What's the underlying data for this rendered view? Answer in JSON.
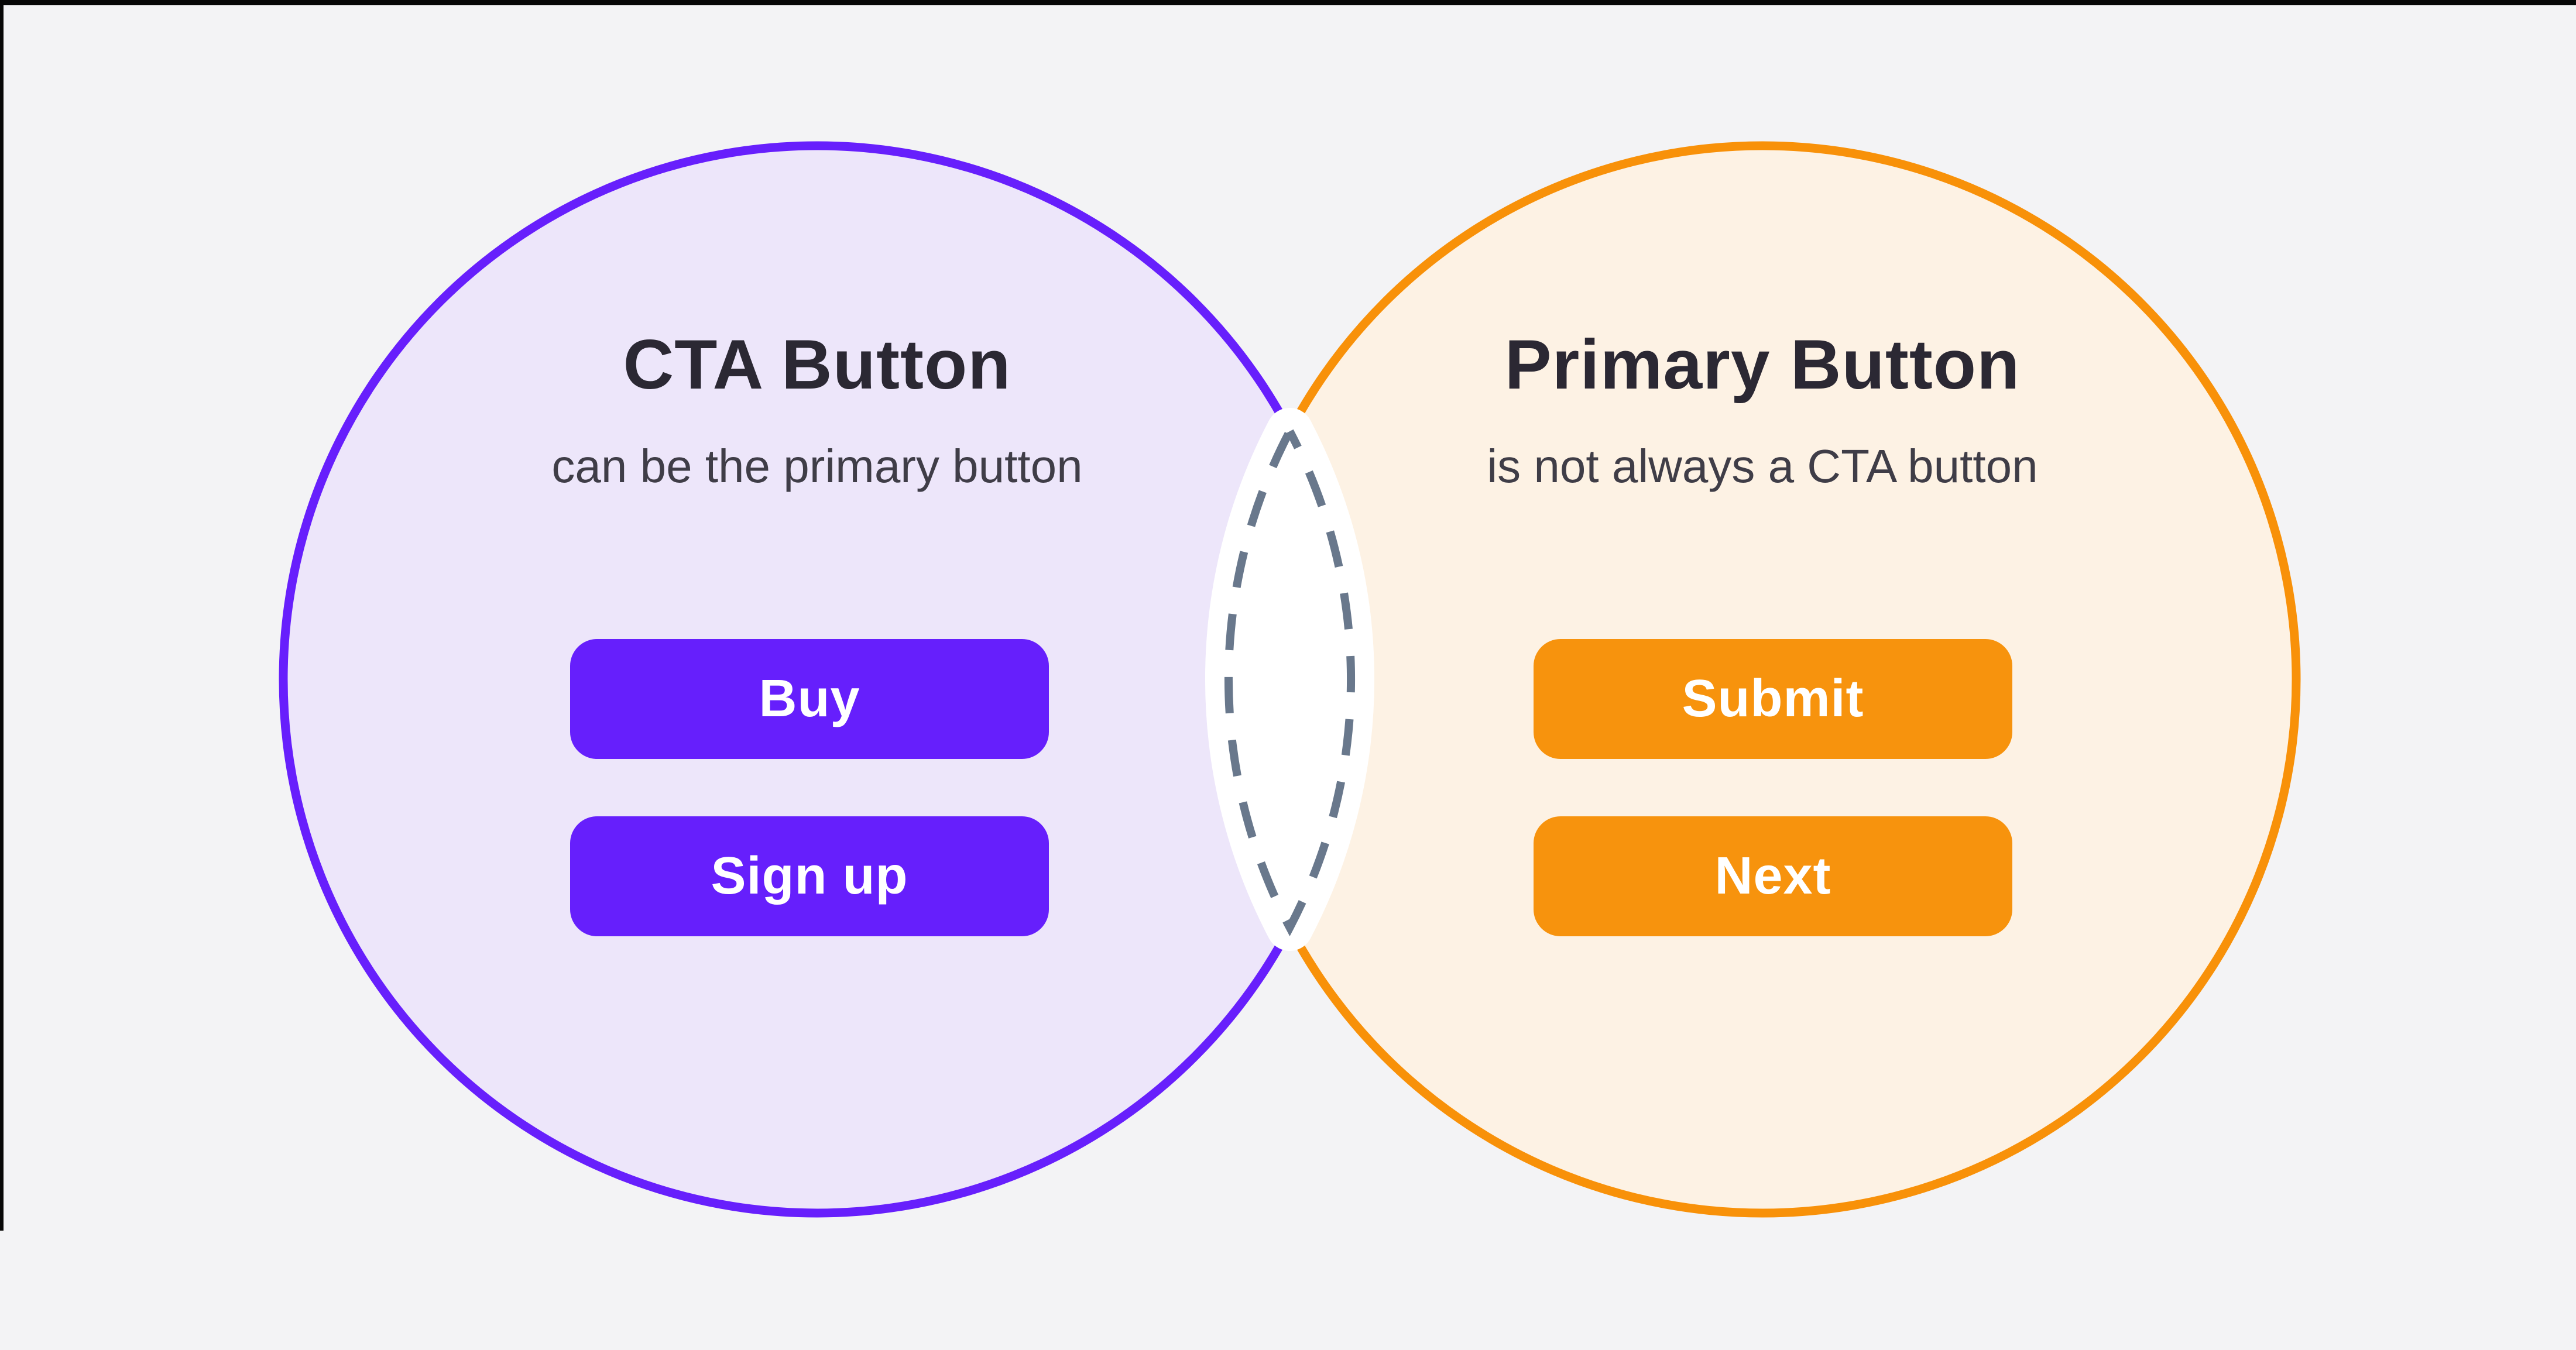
{
  "canvas": {
    "bg": "#F3F3F5",
    "frame_color": "#070707"
  },
  "venn": {
    "left": {
      "title": "CTA Button",
      "subtitle": "can be the primary button",
      "circle_fill": "#EDE6FA",
      "circle_border": "#671FFC",
      "button_color": "#661FFC",
      "buttons": [
        {
          "label": "Buy"
        },
        {
          "label": "Sign up"
        }
      ]
    },
    "right": {
      "title": "Primary Button",
      "subtitle": "is not always a CTA button",
      "circle_fill": "#FDF2E4",
      "circle_border": "#F89109",
      "button_color": "#F7930D",
      "buttons": [
        {
          "label": "Submit"
        },
        {
          "label": "Next"
        }
      ]
    },
    "intersection": {
      "fill": "#FFFFFF",
      "dash_color": "#69788C"
    }
  },
  "text_colors": {
    "title": "#2B2833",
    "subtitle": "#3F3D47",
    "button_label": "#FFFFFF"
  }
}
